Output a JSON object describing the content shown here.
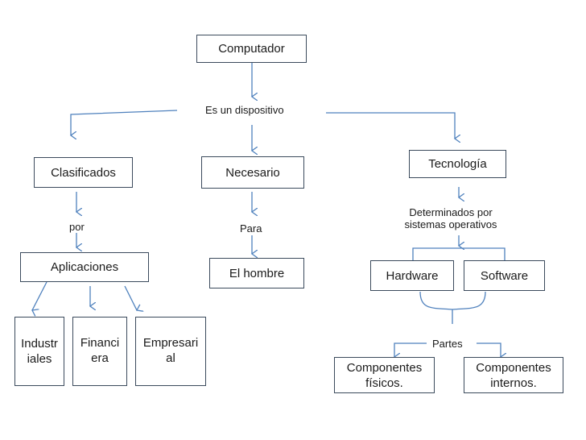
{
  "nodes": {
    "computador": "Computador",
    "clasificados": "Clasificados",
    "necesario": "Necesario",
    "tecnologia": "Tecnología",
    "aplicaciones": "Aplicaciones",
    "el_hombre": "El hombre",
    "hardware": "Hardware",
    "software": "Software",
    "industriales": "Industr iales",
    "financiera": "Financi era",
    "empresarial": "Empresari al",
    "componentes_fisicos": "Componentes físicos.",
    "componentes_internos": "Componentes internos."
  },
  "labels": {
    "es_un_dispositivo": "Es un dispositivo",
    "por": "por",
    "para": "Para",
    "determinados": "Determinados por sistemas operativos",
    "partes": "Partes"
  },
  "colors": {
    "connector": "#4f81bd",
    "border": "#3b4a5c"
  }
}
